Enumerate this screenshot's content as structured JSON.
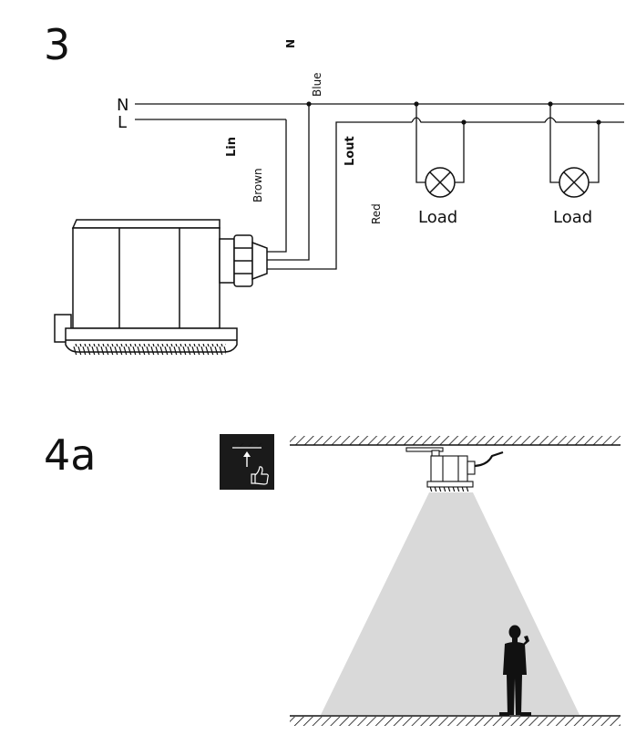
{
  "steps": {
    "wiring": "3",
    "mounting": "4a"
  },
  "wiring": {
    "neutral_line_label": "N",
    "live_line_label": "L",
    "neutral_terminal_label": "N",
    "blue_wire_label": "Blue",
    "lin_label": "Lin",
    "brown_wire_label": "Brown",
    "lout_label": "Lout",
    "red_wire_label": "Red",
    "loads": [
      "Load",
      "Load"
    ]
  },
  "icons": [
    "ceiling-mount-icon",
    "thumb-up-icon",
    "sensor-icon",
    "lamp-icon",
    "person-icon"
  ],
  "colors": {
    "ink": "#111111",
    "cone": "#d9d9d9",
    "icon_bg": "#1a1a1a"
  }
}
